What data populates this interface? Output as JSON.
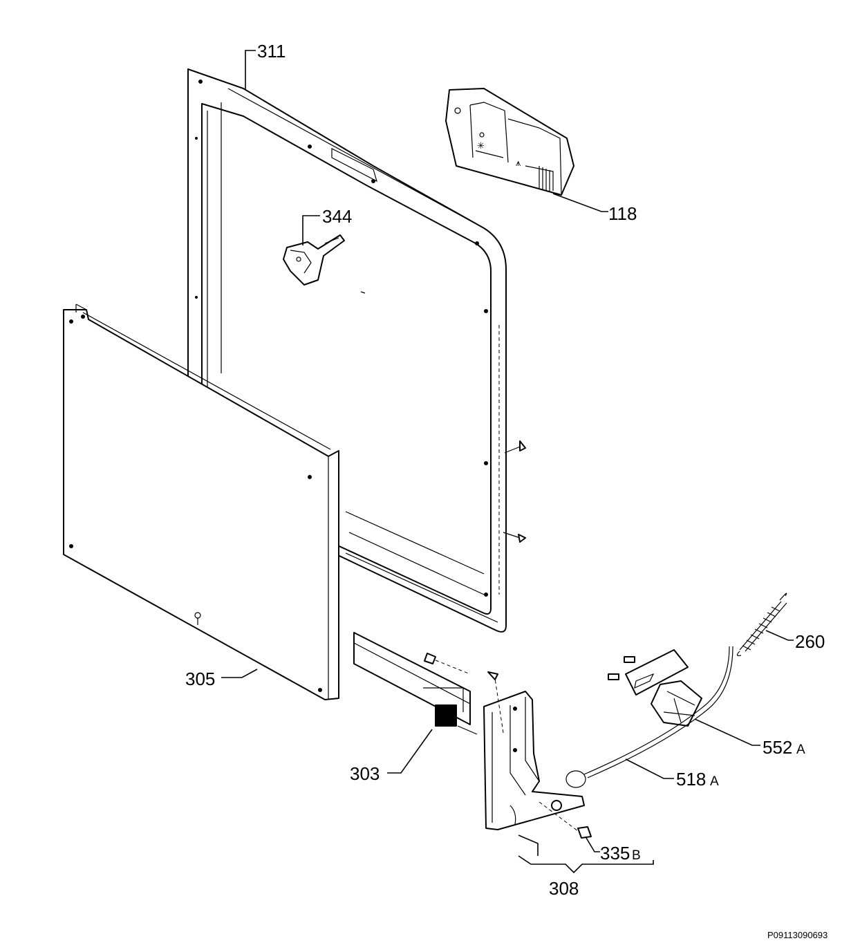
{
  "drawing_ref": "P09113090693",
  "parts": [
    {
      "number": "311",
      "suffix": ""
    },
    {
      "number": "118",
      "suffix": ""
    },
    {
      "number": "344",
      "suffix": ""
    },
    {
      "number": "305",
      "suffix": ""
    },
    {
      "number": "260",
      "suffix": ""
    },
    {
      "number": "552",
      "suffix": "A"
    },
    {
      "number": "518",
      "suffix": "A"
    },
    {
      "number": "303",
      "suffix": ""
    },
    {
      "number": "335",
      "suffix": "B"
    },
    {
      "number": "308",
      "suffix": ""
    }
  ]
}
